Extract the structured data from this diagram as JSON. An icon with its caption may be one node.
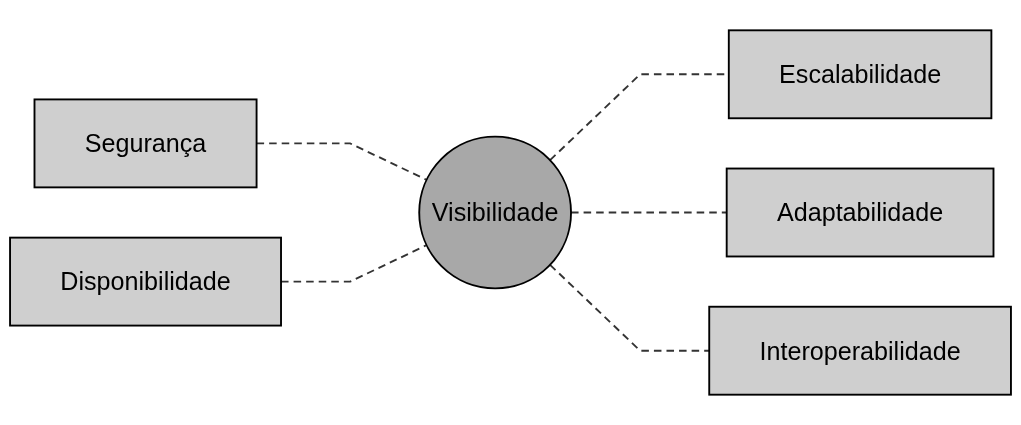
{
  "diagram": {
    "nodes": [
      {
        "text": [
          "Escalabilidade"
        ]
      },
      {
        "text": [
          "Segurança"
        ]
      },
      {
        "text": [
          "Adaptabilidade"
        ]
      },
      {
        "text": [
          "Visibilidade"
        ]
      },
      {
        "text": [
          "Disponibilidade"
        ]
      },
      {
        "text": [
          "Interoperabilidade"
        ]
      }
    ],
    "edges": [
      {
        "from": 1,
        "to": 3,
        "arrow": "none",
        "style": "dashed"
      },
      {
        "from": 4,
        "to": 3,
        "arrow": "none",
        "style": "dashed"
      },
      {
        "from": 3,
        "to": 0,
        "arrow": "none",
        "style": "dashed"
      },
      {
        "from": 3,
        "to": 2,
        "arrow": "none",
        "style": "dashed"
      },
      {
        "from": 3,
        "to": 5,
        "arrow": "none",
        "style": "dashed"
      }
    ]
  }
}
